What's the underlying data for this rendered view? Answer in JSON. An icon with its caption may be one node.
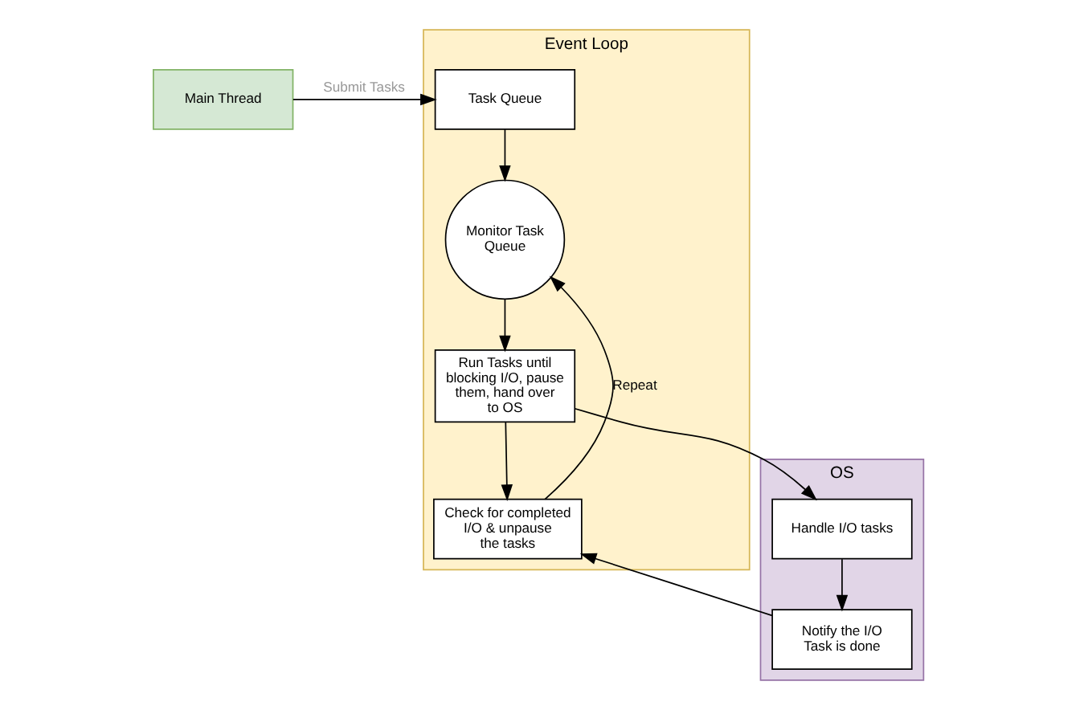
{
  "diagram": {
    "nodes": [
      {
        "text": [
          "Event Loop"
        ]
      },
      {
        "text": [
          "OS"
        ]
      },
      {
        "text": [
          "Main Thread"
        ]
      },
      {
        "text": [
          "Task Queue"
        ],
        "in": 0
      },
      {
        "text": [
          "Monitor Task Queue"
        ],
        "in": 0
      },
      {
        "text": [
          "Run Tasks until blocking I/O, pause them, hand over to OS"
        ],
        "in": 0
      },
      {
        "text": [
          "Check for completed I/O & unpause the tasks"
        ],
        "in": 0
      },
      {
        "text": [
          "Handle I/O tasks"
        ],
        "in": 1
      },
      {
        "text": [
          "Notify the I/O Task is done"
        ],
        "in": 1
      }
    ],
    "edges": [
      {
        "from": 2,
        "to": 3,
        "arrow": "to",
        "label": "Submit Tasks"
      },
      {
        "from": 3,
        "to": 4,
        "arrow": "to"
      },
      {
        "from": 4,
        "to": 5,
        "arrow": "to"
      },
      {
        "from": 5,
        "to": 6,
        "arrow": "to"
      },
      {
        "from": 5,
        "to": 7,
        "arrow": "to"
      },
      {
        "from": 7,
        "to": 8,
        "arrow": "to"
      },
      {
        "from": 8,
        "to": 6,
        "arrow": "to"
      },
      {
        "from": 6,
        "to": 4,
        "arrow": "to",
        "label": "Repeat"
      }
    ]
  }
}
